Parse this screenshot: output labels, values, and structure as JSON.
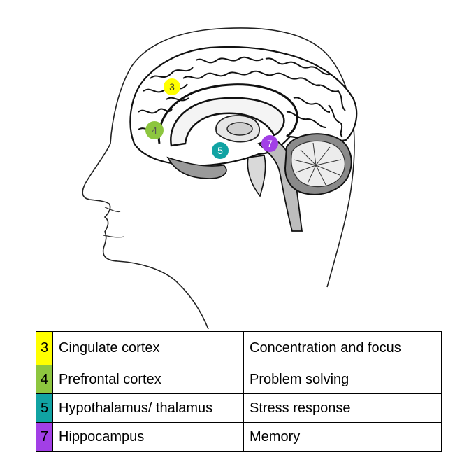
{
  "markers": [
    {
      "number": "3",
      "color": "#ffff00"
    },
    {
      "number": "4",
      "color": "#8dc63f"
    },
    {
      "number": "5",
      "color": "#11a3a3"
    },
    {
      "number": "7",
      "color": "#a23fe6"
    }
  ],
  "legend": {
    "rows": [
      {
        "number": "3",
        "color": "#ffff00",
        "region": "Cingulate cortex",
        "function": "Concentration and focus"
      },
      {
        "number": "4",
        "color": "#8dc63f",
        "region": "Prefrontal cortex",
        "function": "Problem solving"
      },
      {
        "number": "5",
        "color": "#11a3a3",
        "region": "Hypothalamus/ thalamus",
        "function": "Stress response"
      },
      {
        "number": "7",
        "color": "#a23fe6",
        "region": "Hippocampus",
        "function": "Memory"
      }
    ]
  }
}
